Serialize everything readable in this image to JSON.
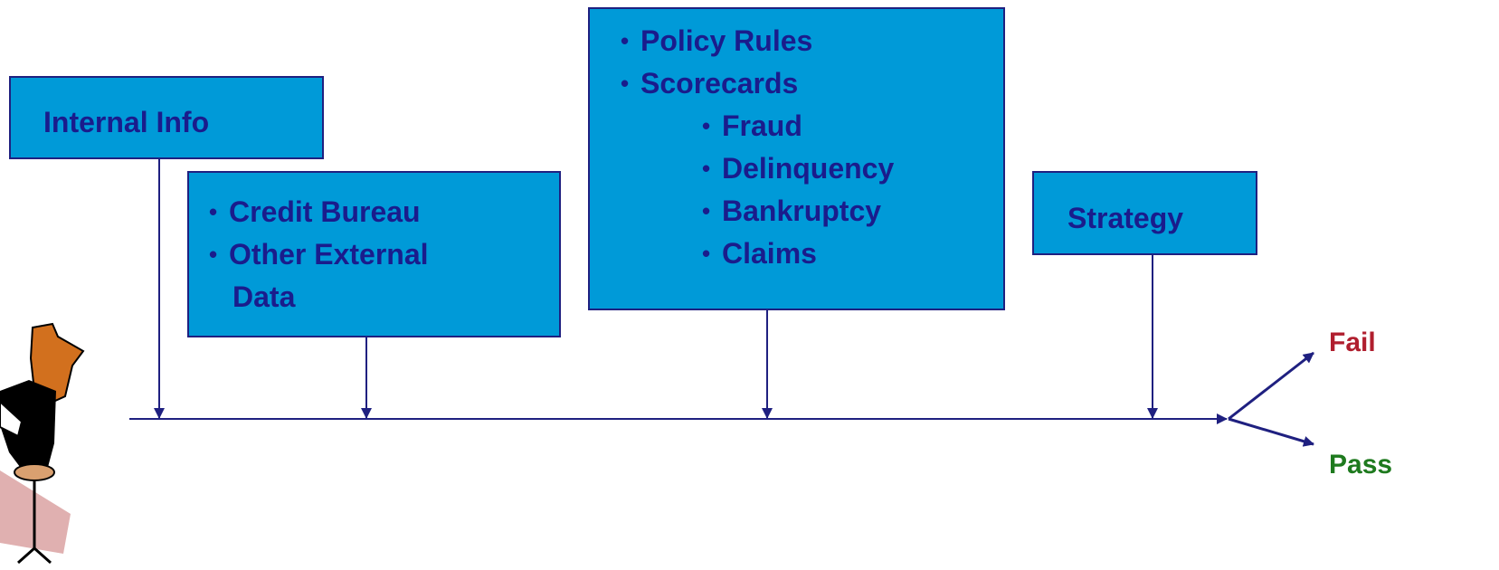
{
  "boxes": {
    "internal": {
      "label": "Internal Info"
    },
    "external": {
      "items": [
        "Credit Bureau",
        "Other External",
        "Data"
      ]
    },
    "rules": {
      "items": [
        "Policy Rules",
        "Scorecards"
      ],
      "subitems": [
        "Fraud",
        "Delinquency",
        "Bankruptcy",
        "Claims"
      ]
    },
    "strategy": {
      "label": "Strategy"
    }
  },
  "outcomes": {
    "fail": {
      "label": "Fail",
      "color": "#b01e2e"
    },
    "pass": {
      "label": "Pass",
      "color": "#1e7a1e"
    }
  },
  "colors": {
    "box_fill": "#009ad8",
    "box_border": "#1f2080",
    "line": "#1f2080",
    "text": "#1a1c8c"
  },
  "icons": {
    "person": "seated-person-icon"
  }
}
